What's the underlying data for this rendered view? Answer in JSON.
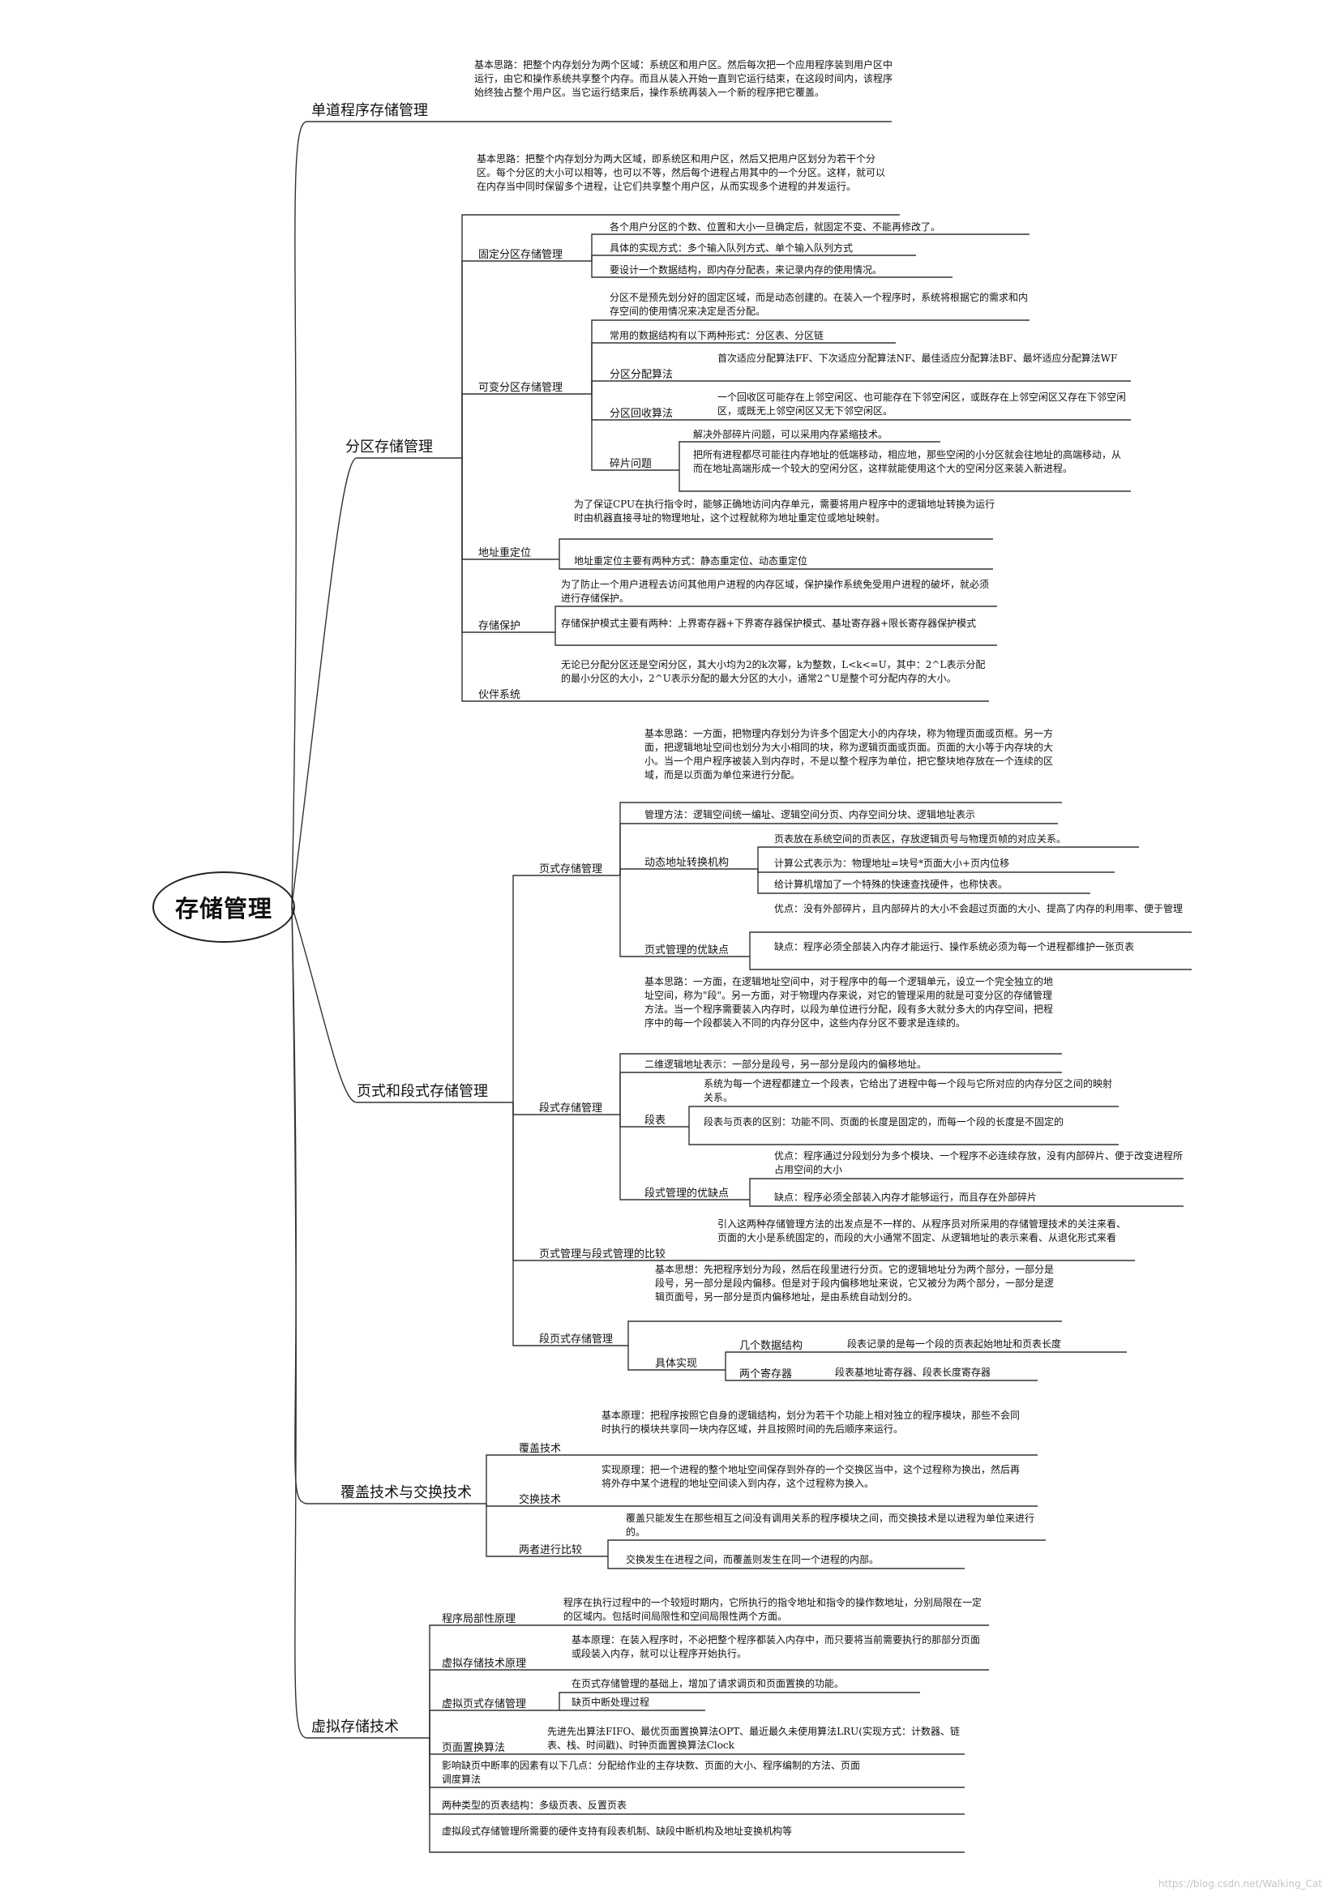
{
  "root": "存储管理",
  "l1": {
    "single": "单道程序存储管理",
    "partition": "分区存储管理",
    "paging": "页式和段式存储管理",
    "overlay": "覆盖技术与交换技术",
    "virtual": "虚拟存储技术"
  },
  "single": {
    "idea": "基本思路：把整个内存划分为两个区域：系统区和用户区。然后每次把一个应用程序装到用户区中运行，由它和操作系统共享整个内存。而且从装入开始一直到它运行结束，在这段时间内，该程序始终独占整个用户区。当它运行结束后，操作系统再装入一个新的程序把它覆盖。"
  },
  "partition": {
    "idea": "基本思路：把整个内存划分为两大区域，即系统区和用户区，然后又把用户区划分为若干个分区。每个分区的大小可以相等，也可以不等，然后每个进程占用其中的一个分区。这样，就可以在内存当中同时保留多个进程，让它们共享整个用户区，从而实现多个进程的并发运行。",
    "fixed": "固定分区存储管理",
    "fixed_items": [
      "各个用户分区的个数、位置和大小一旦确定后，就固定不变、不能再修改了。",
      "具体的实现方式：多个输入队列方式、单个输入队列方式",
      "要设计一个数据结构，即内存分配表，来记录内存的使用情况。"
    ],
    "variable": "可变分区存储管理",
    "var_idea": "分区不是预先划分好的固定区域，而是动态创建的。在装入一个程序时，系统将根据它的需求和内存空间的使用情况来决定是否分配。",
    "var_ds": "常用的数据结构有以下两种形式：分区表、分区链",
    "alloc": "分区分配算法",
    "alloc_text": "首次适应分配算法FF、下次适应分配算法NF、最佳适应分配算法BF、最坏适应分配算法WF",
    "reclaim": "分区回收算法",
    "reclaim_text": "一个回收区可能存在上邻空闲区、也可能存在下邻空闲区，或既存在上邻空闲区又存在下邻空闲区，或既无上邻空闲区又无下邻空闲区。",
    "frag": "碎片问题",
    "frag_1": "解决外部碎片问题，可以采用内存紧缩技术。",
    "frag_2": "把所有进程都尽可能往内存地址的低端移动，相应地，那些空闲的小分区就会往地址的高端移动，从而在地址高端形成一个较大的空闲分区，这样就能使用这个大的空闲分区来装入新进程。",
    "reloc": "地址重定位",
    "reloc_1": "为了保证CPU在执行指令时，能够正确地访问内存单元，需要将用户程序中的逻辑地址转换为运行时由机器直接寻址的物理地址，这个过程就称为地址重定位或地址映射。",
    "reloc_2": "地址重定位主要有两种方式：静态重定位、动态重定位",
    "protect": "存储保护",
    "protect_1": "为了防止一个用户进程去访问其他用户进程的内存区域，保护操作系统免受用户进程的破坏，就必须进行存储保护。",
    "protect_2": "存储保护模式主要有两种：上界寄存器+下界寄存器保护模式、基址寄存器+限长寄存器保护模式",
    "buddy": "伙伴系统",
    "buddy_text": "无论已分配分区还是空闲分区，其大小均为2的k次幂，k为整数，L<k<=U，其中：2^L表示分配的最小分区的大小，2^U表示分配的最大分区的大小，通常2^U是整个可分配内存的大小。"
  },
  "paging": {
    "page": "页式存储管理",
    "page_idea": "基本思路：一方面，把物理内存划分为许多个固定大小的内存块，称为物理页面或页框。另一方面，把逻辑地址空间也划分为大小相同的块，称为逻辑页面或页面。页面的大小等于内存块的大小。当一个用户程序被装入到内存时，不是以整个程序为单位，把它整块地存放在一个连续的区域，而是以页面为单位来进行分配。",
    "page_mgmt": "管理方法：逻辑空间统一编址、逻辑空间分页、内存空间分块、逻辑地址表示",
    "dyn": "动态地址转换机构",
    "dyn_1": "页表放在系统空间的页表区，存放逻辑页号与物理页帧的对应关系。",
    "dyn_2": "计算公式表示为：物理地址=块号*页面大小+页内位移",
    "dyn_3": "给计算机增加了一个特殊的快速查找硬件，也称快表。",
    "page_pc": "页式管理的优缺点",
    "page_pro": "优点：没有外部碎片，且内部碎片的大小不会超过页面的大小、提高了内存的利用率、便于管理",
    "page_con": "缺点：程序必须全部装入内存才能运行、操作系统必须为每一个进程都维护一张页表",
    "seg": "段式存储管理",
    "seg_idea": "基本思路：一方面，在逻辑地址空间中，对于程序中的每一个逻辑单元，设立一个完全独立的地址空间，称为\"段\"。另一方面，对于物理内存来说，对它的管理采用的就是可变分区的存储管理方法。当一个程序需要装入内存时，以段为单位进行分配，段有多大就分多大的内存空间，把程序中的每一个段都装入不同的内存分区中，这些内存分区不要求是连续的。",
    "seg_addr": "二维逻辑地址表示：一部分是段号，另一部分是段内的偏移地址。",
    "segtab": "段表",
    "segtab_1": "系统为每一个进程都建立一个段表，它给出了进程中每一个段与它所对应的内存分区之间的映射关系。",
    "segtab_2": "段表与页表的区别：功能不同、页面的长度是固定的，而每一个段的长度是不固定的",
    "seg_pc": "段式管理的优缺点",
    "seg_pro": "优点：程序通过分段划分为多个模块、一个程序不必连续存放，没有内部碎片、便于改变进程所占用空间的大小",
    "seg_con": "缺点：程序必须全部装入内存才能够运行，而且存在外部碎片",
    "cmp": "页式管理与段式管理的比较",
    "cmp_text": "引入这两种存储管理方法的出发点是不一样的、从程序员对所采用的存储管理技术的关注来看、页面的大小是系统固定的，而段的大小通常不固定、从逻辑地址的表示来看、从退化形式来看",
    "segpage": "段页式存储管理",
    "segpage_idea": "基本思想：先把程序划分为段，然后在段里进行分页。它的逻辑地址分为两个部分，一部分是段号，另一部分是段内偏移。但是对于段内偏移地址来说，它又被分为两个部分，一部分是逻辑页面号，另一部分是页内偏移地址，是由系统自动划分的。",
    "impl": "具体实现",
    "impl_a": "几个数据结构",
    "impl_a_text": "段表记录的是每一个段的页表起始地址和页表长度",
    "impl_b": "两个寄存器",
    "impl_b_text": "段表基地址寄存器、段表长度寄存器"
  },
  "overlay": {
    "ov": "覆盖技术",
    "ov_text": "基本原理：把程序按照它自身的逻辑结构，划分为若干个功能上相对独立的程序模块，那些不会同时执行的模块共享同一块内存区域，并且按照时间的先后顺序来运行。",
    "sw": "交换技术",
    "sw_text": "实现原理：把一个进程的整个地址空间保存到外存的一个交换区当中，这个过程称为换出，然后再将外存中某个进程的地址空间读入到内存，这个过程称为换入。",
    "cmp": "两者进行比较",
    "cmp_1": "覆盖只能发生在那些相互之间没有调用关系的程序模块之间，而交换技术是以进程为单位来进行的。",
    "cmp_2": "交换发生在进程之间，而覆盖则发生在同一个进程的内部。"
  },
  "virtual": {
    "local": "程序局部性原理",
    "local_text": "程序在执行过程中的一个较短时期内，它所执行的指令地址和指令的操作数地址，分别局限在一定的区域内。包括时间局限性和空间局限性两个方面。",
    "vprin": "虚拟存储技术原理",
    "vprin_text": "基本原理：在装入程序时，不必把整个程序都装入内存中，而只要将当前需要执行的那部分页面或段装入内存，就可以让程序开始执行。",
    "vpage": "虚拟页式存储管理",
    "vpage_text": "在页式存储管理的基础上，增加了请求调页和页面置换的功能。",
    "pf": "缺页中断处理过程",
    "repl": "页面置换算法",
    "repl_text": "先进先出算法FIFO、最优页面置换算法OPT、最近最久未使用算法LRU(实现方式：计数器、链表、栈、时间戳)、时钟页面置换算法Clock",
    "factor": "影响缺页中断率的因素有以下几点：分配给作业的主存块数、页面的大小、程序编制的方法、页面调度算法",
    "twotab": "两种类型的页表结构：多级页表、反置页表",
    "hw": "虚拟段式存储管理所需要的硬件支持有段表机制、缺段中断机构及地址变换机构等"
  },
  "watermark": "https://blog.csdn.net/Walking_Cat"
}
